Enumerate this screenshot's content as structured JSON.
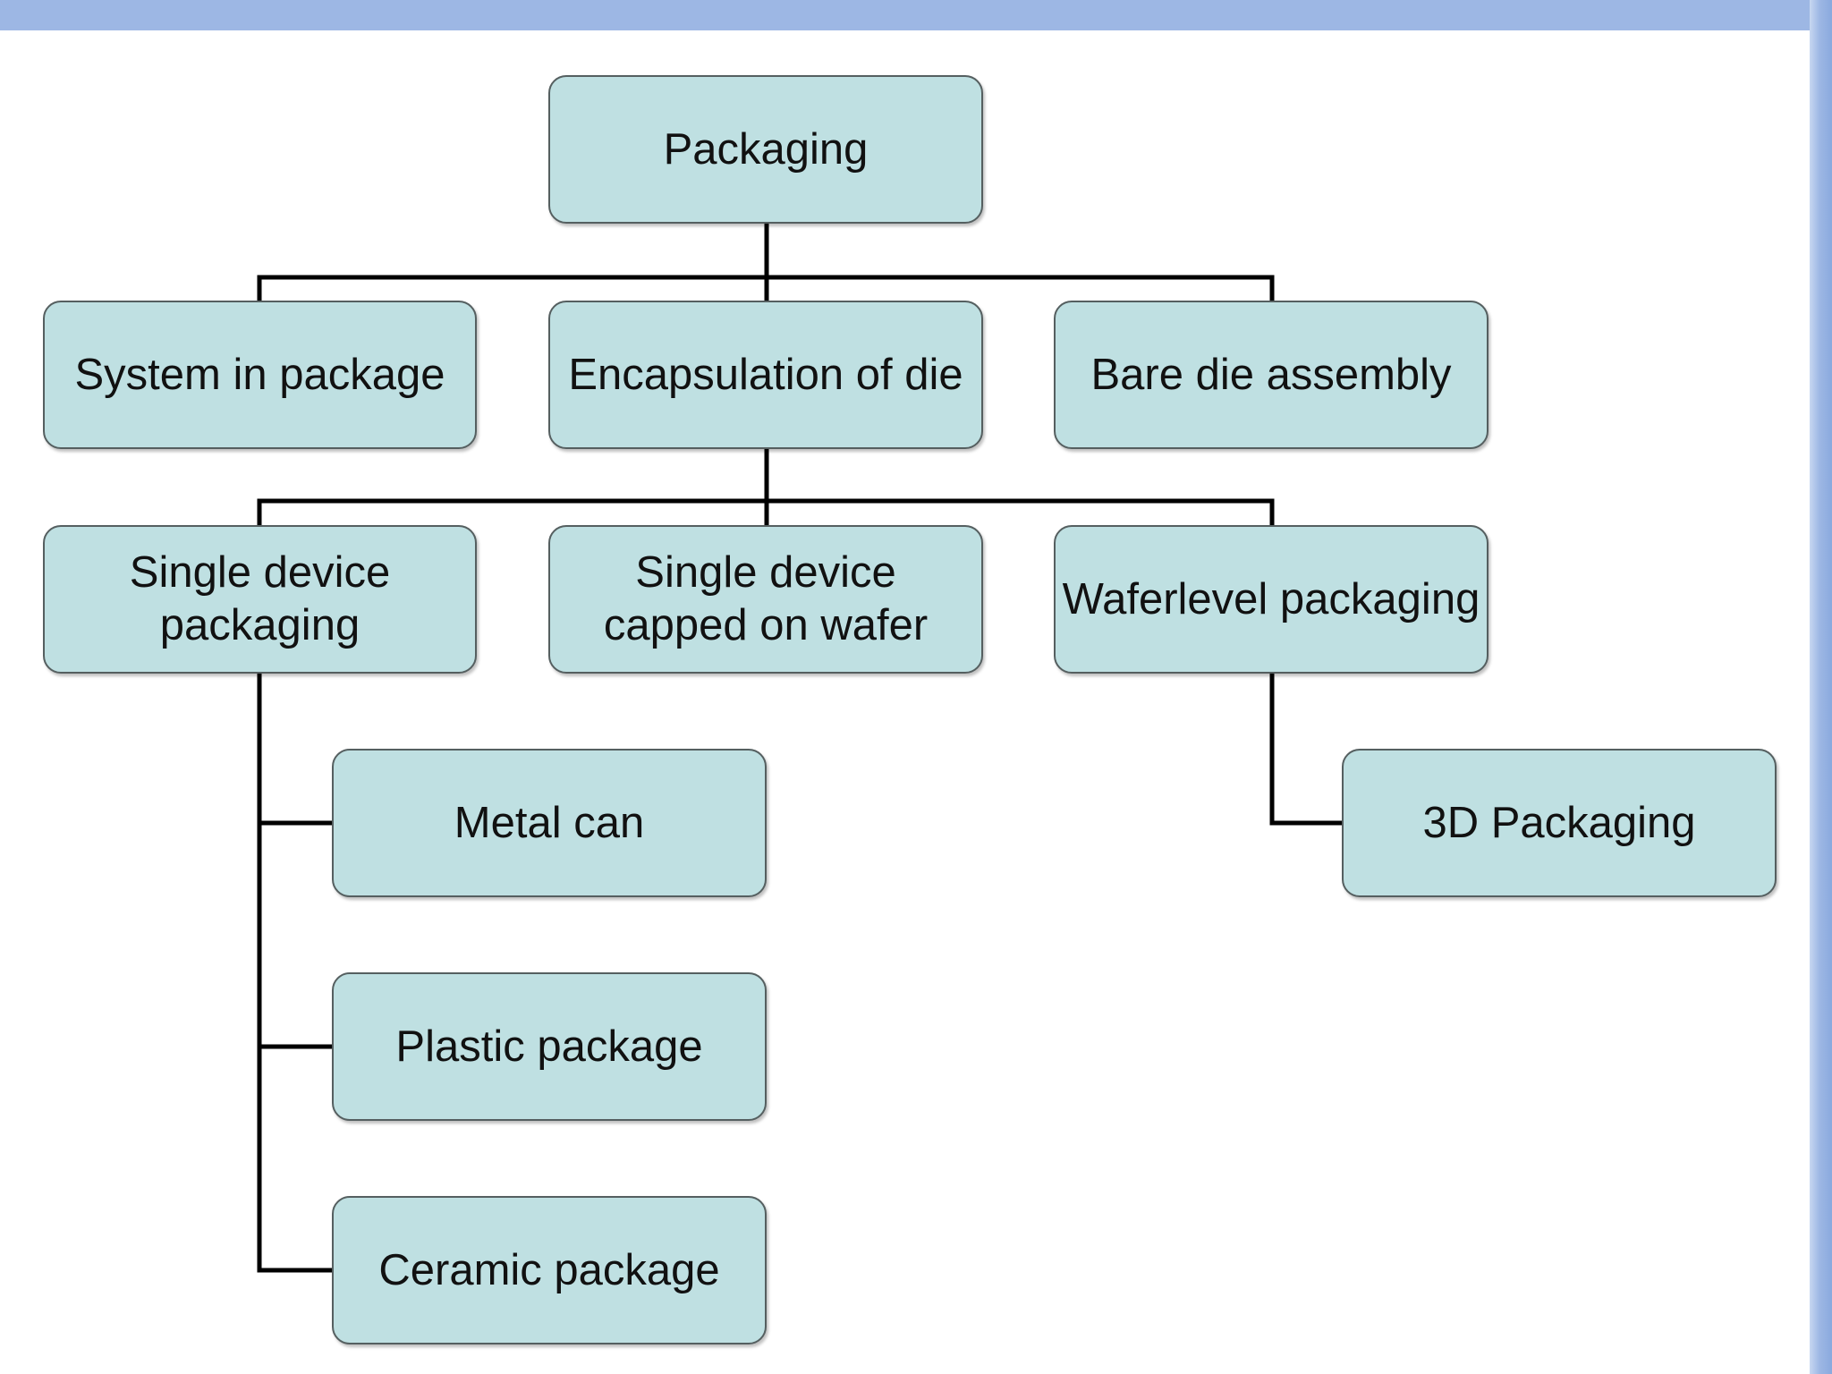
{
  "colors": {
    "node_fill": "#bfe0e2",
    "node_border": "#555f60",
    "connector": "#000000",
    "frame_accent": "#9db7e4"
  },
  "nodes": {
    "packaging": "Packaging",
    "system_in_package": "System in package",
    "encapsulation_of_die": "Encapsulation of die",
    "bare_die_assembly": "Bare die assembly",
    "single_device_packaging": "Single device\npackaging",
    "single_device_capped_on_wafer": "Single device\ncapped on wafer",
    "waferlevel_packaging": "Waferlevel packaging",
    "metal_can": "Metal can",
    "plastic_package": "Plastic package",
    "ceramic_package": "Ceramic package",
    "three_d_packaging": "3D Packaging"
  }
}
